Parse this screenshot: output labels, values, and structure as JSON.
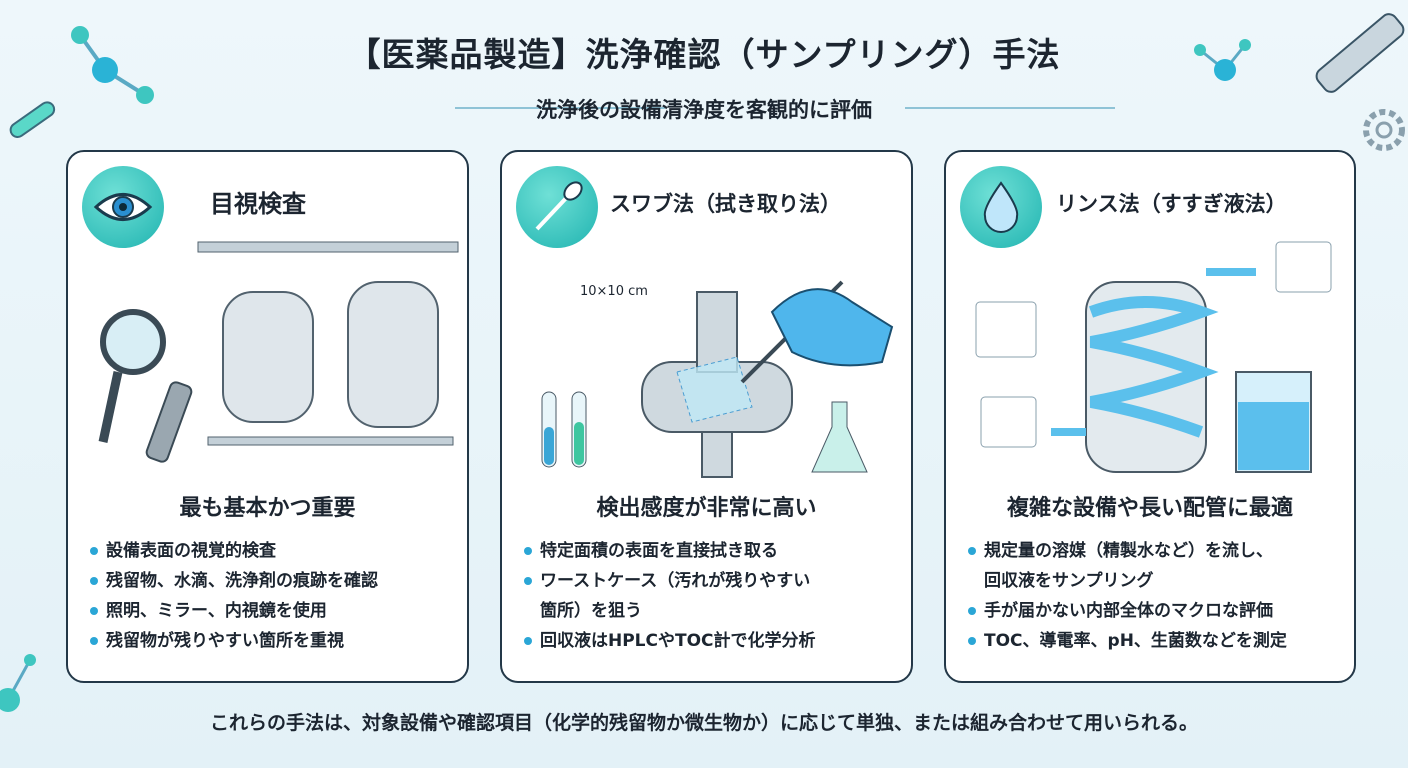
{
  "header": {
    "title": "【医薬品製造】洗浄確認（サンプリング）手法",
    "subtitle": "洗浄後の設備清浄度を客観的に評価"
  },
  "cards": [
    {
      "icon": "eye-icon",
      "title": "目視検査",
      "headline": "最も基本かつ重要",
      "bullets": [
        "設備表面の視覚的検査",
        "残留物、水滴、洗浄剤の痕跡を確認",
        "照明、ミラー、内視鏡を使用",
        "残留物が残りやすい箇所を重視"
      ]
    },
    {
      "icon": "swab-icon",
      "title": "スワブ法（拭き取り法）",
      "headline": "検出感度が非常に高い",
      "area_label": "10×10 cm",
      "bullets": [
        "特定面積の表面を直接拭き取る",
        "ワーストケース（汚れが残りやすい",
        "箇所）を狙う",
        "回収液はHPLCやTOC計で化学分析"
      ]
    },
    {
      "icon": "water-drop-icon",
      "title": "リンス法（すすぎ液法）",
      "headline": "複雑な設備や長い配管に最適",
      "bullets": [
        "規定量の溶媒（精製水など）を流し、",
        "回収液をサンプリング",
        "手が届かない内部全体のマクロな評価",
        "TOC、導電率、pH、生菌数などを測定"
      ]
    }
  ],
  "footer": "これらの手法は、対象設備や確認項目（化学的残留物か微生物か）に応じて単独、または組み合わせて用いられる。",
  "colors": {
    "accent": "#2aa6d6",
    "teal": "#1fb3b0",
    "border": "#233848"
  }
}
